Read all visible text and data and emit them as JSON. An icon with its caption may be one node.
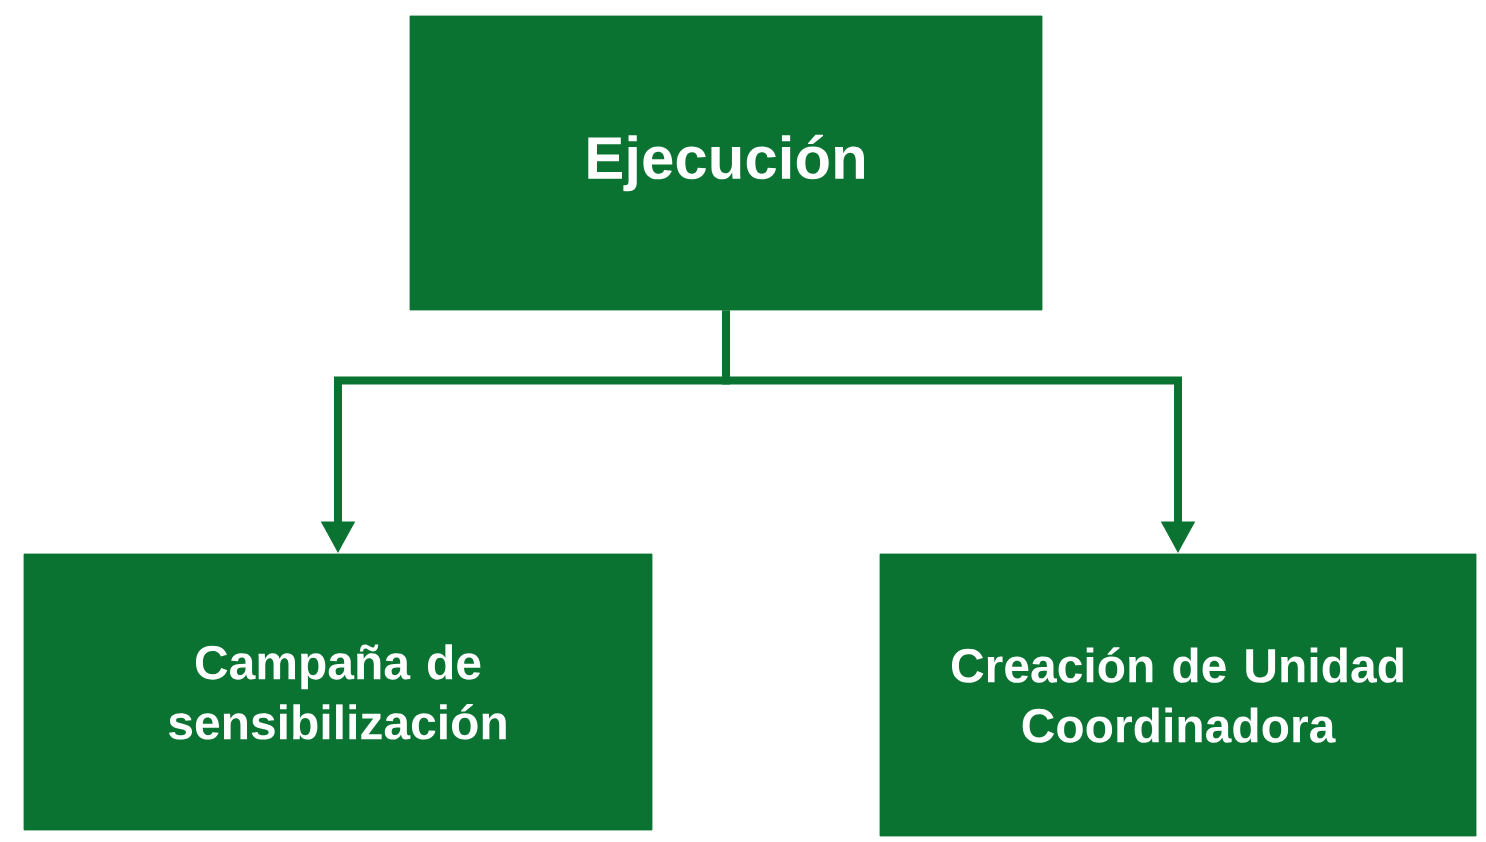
{
  "diagram": {
    "nodes": [
      {
        "text": [
          "Ejecución"
        ]
      },
      {
        "text": [
          "Campaña de sensibilización"
        ]
      },
      {
        "text": [
          "Creación de Unidad Coordinadora"
        ]
      }
    ],
    "edges": [
      {
        "from": 0,
        "to": 1,
        "arrow": "to"
      },
      {
        "from": 0,
        "to": 2,
        "arrow": "to"
      }
    ]
  }
}
